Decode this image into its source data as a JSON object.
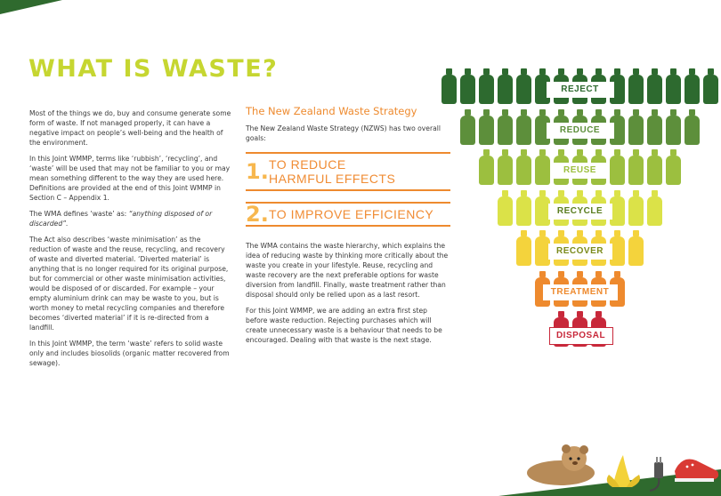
{
  "page": {
    "title": "WHAT IS WASTE?"
  },
  "left_column": {
    "paragraphs": [
      "Most of the things we do, buy and consume generate some form of waste. If not managed properly, it can have a negative impact on people’s well-being and the health of the environment.",
      "In this Joint WMMP, terms like ‘rubbish’, ‘recycling’, and ‘waste’ will be used that may not be familiar to you or may mean something different to the way they are used here. Definitions are provided at the end of this Joint WMMP in Section C – Appendix 1.",
      "The Act also describes ‘waste minimisation’ as the reduction of waste and the reuse, recycling, and recovery of waste and diverted material.  ‘Diverted material’ is anything that is no longer required for its original purpose, but for commercial or other waste minimisation activities, would be disposed of or discarded.  For example – your empty aluminium drink can may be waste to you, but is worth money to metal recycling companies and therefore becomes ‘diverted material’ if it is re-directed from a landfill.",
      "In this Joint WMMP, the term ‘waste’ refers to solid waste only and includes biosolids (organic matter recovered from sewage)."
    ],
    "wma_definition_lead": "The WMA defines ‘waste’ as: ",
    "wma_definition_quote": "“anything disposed of or discarded”."
  },
  "middle_column": {
    "strategy_title": "The New Zealand Waste Strategy",
    "strategy_intro": "The New Zealand Waste Strategy (NZWS) has two overall goals:",
    "goals": [
      {
        "number": "1.",
        "text": "TO REDUCE HARMFUL EFFECTS"
      },
      {
        "number": "2.",
        "text": "TO IMPROVE EFFICIENCY"
      }
    ],
    "paragraphs": [
      "The WMA contains the waste hierarchy, which explains the idea of reducing waste by thinking more critically about the waste you create in your lifestyle. Reuse, recycling and waste recovery are the next preferable options for waste diversion from landfill. Finally, waste treatment rather than disposal should only be relied upon as a last resort.",
      "For this Joint WMMP, we are adding an extra first step before waste reduction. Rejecting purchases which will create unnecessary waste is a behaviour that needs to be encouraged. Dealing with that waste is the next stage."
    ]
  },
  "hierarchy": {
    "levels": [
      {
        "label": "REJECT",
        "color": "#2d6a2f",
        "bottles": 15
      },
      {
        "label": "REDUCE",
        "color": "#5d8f3b",
        "bottles": 13
      },
      {
        "label": "REUSE",
        "color": "#9cbf3f",
        "bottles": 11
      },
      {
        "label": "RECYCLE",
        "color": "#dbe248",
        "bottles": 9
      },
      {
        "label": "RECOVER",
        "color": "#f4d33c",
        "bottles": 7
      },
      {
        "label": "TREATMENT",
        "color": "#ee8a2e",
        "bottles": 5
      },
      {
        "label": "DISPOSAL",
        "color": "#c8283a",
        "bottles": 3
      }
    ]
  },
  "colors": {
    "title": "#c6d631",
    "accent": "#ee8a2e",
    "corner": "#2f6a2e"
  }
}
